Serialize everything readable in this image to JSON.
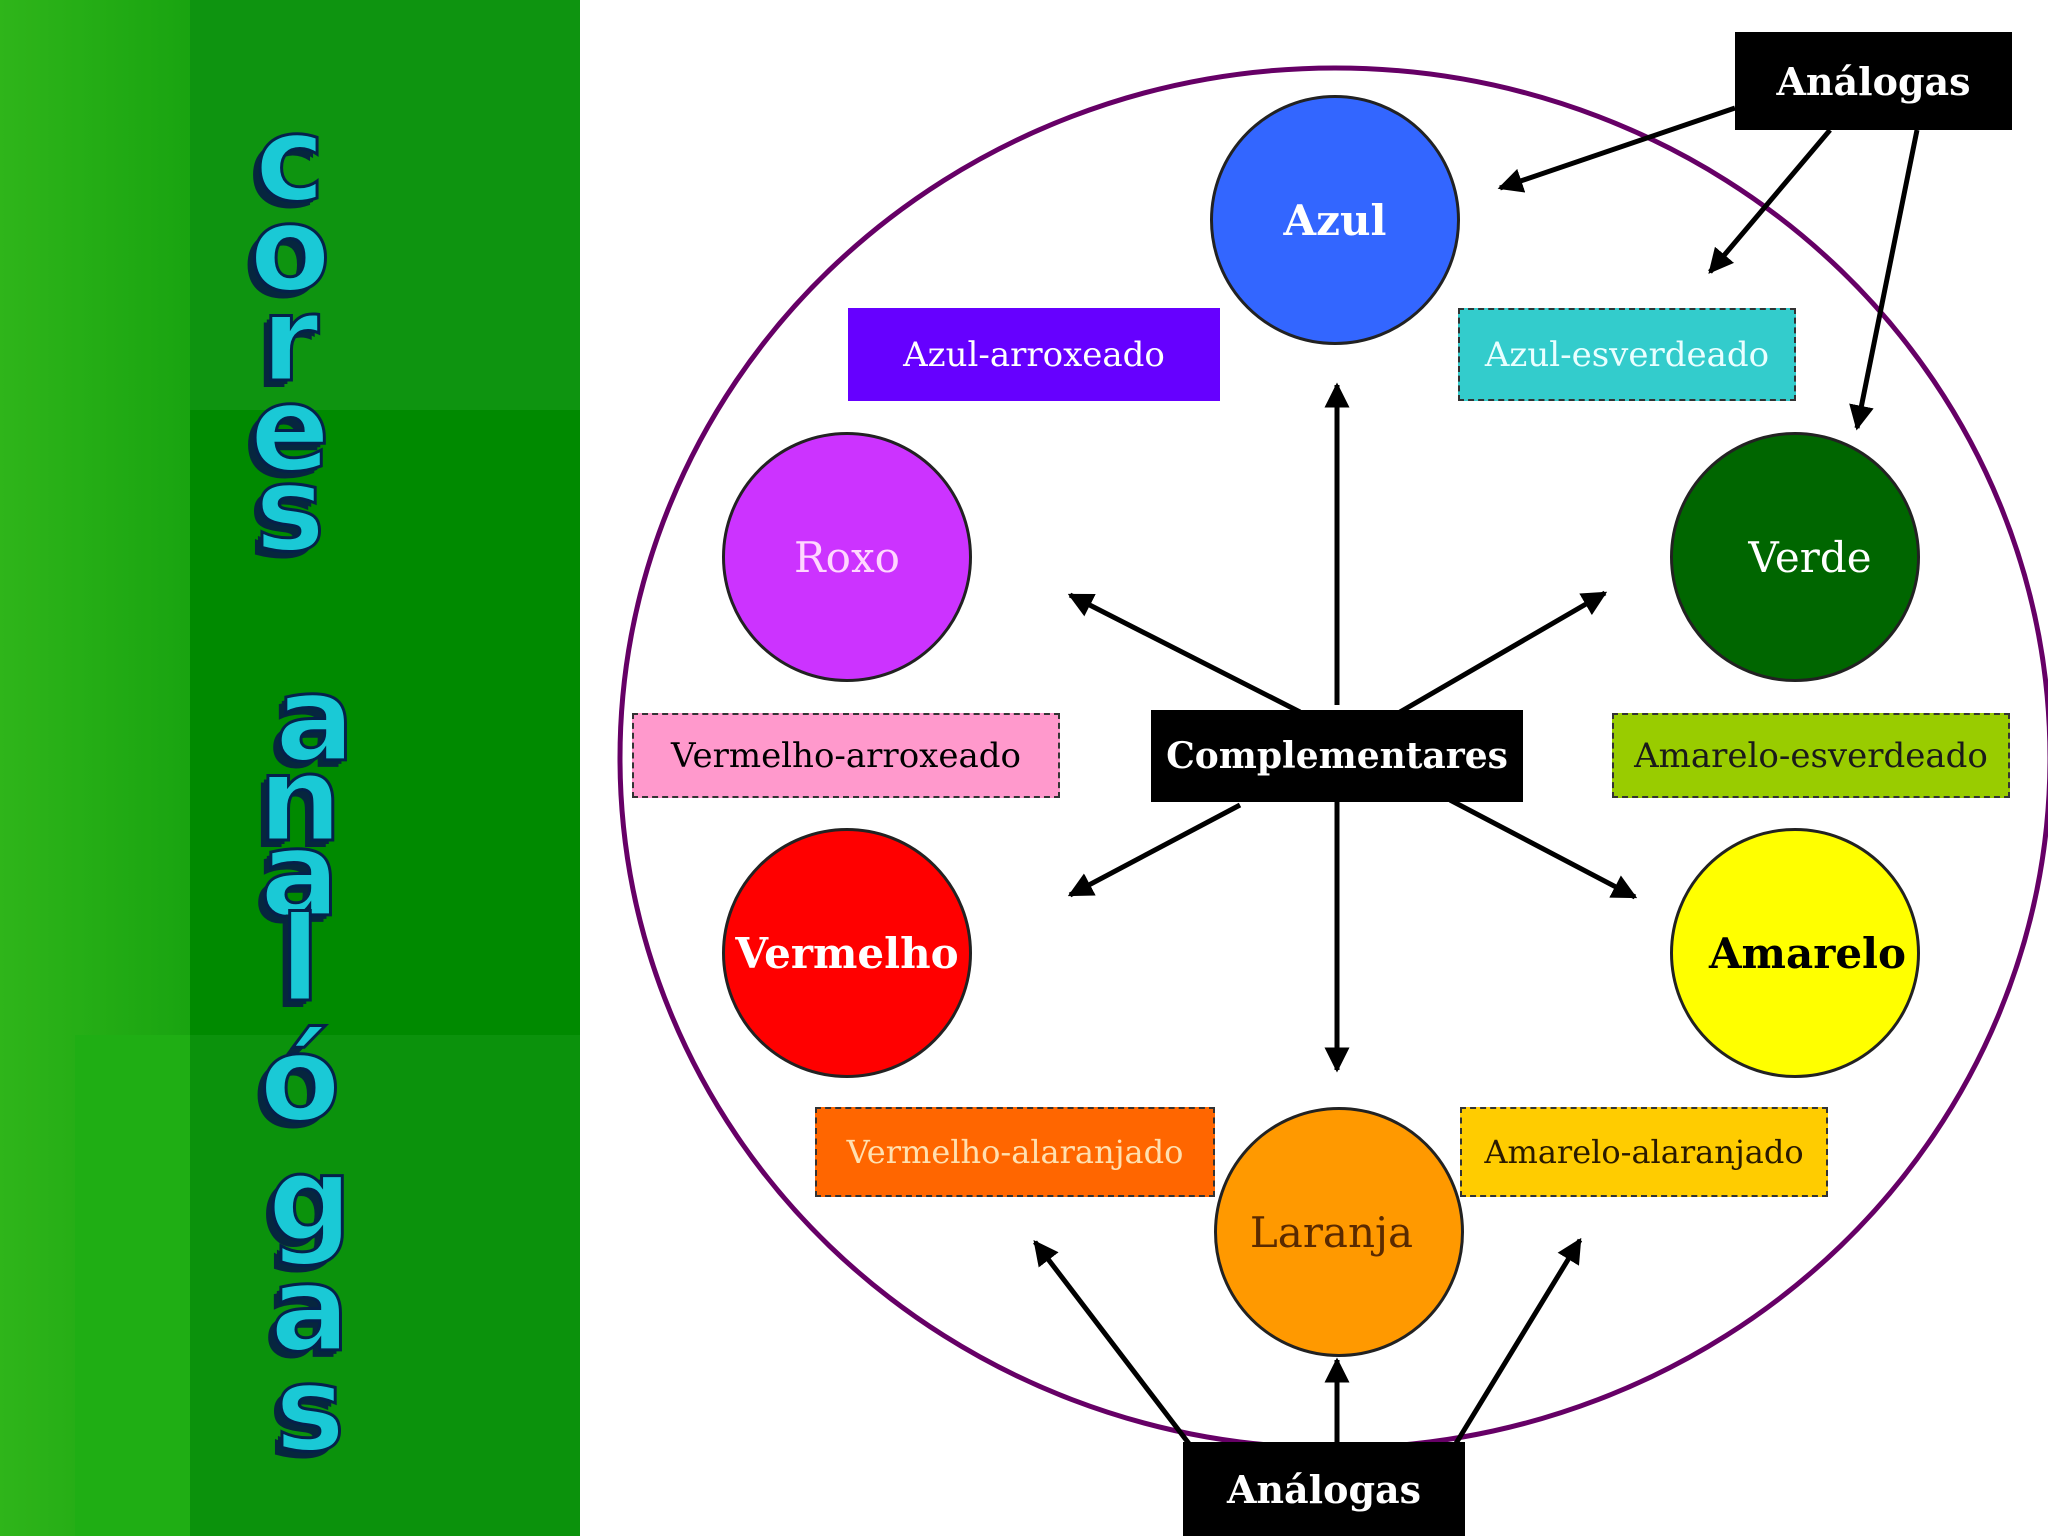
{
  "title": {
    "letters": [
      "c",
      "o",
      "r",
      "e",
      "s",
      "a",
      "n",
      "a",
      "l",
      "ó",
      "g",
      "a",
      "s"
    ]
  },
  "diagram": {
    "analogas_top": "Análogas",
    "analogas_bottom": "Análogas",
    "complementares": "Complementares",
    "circles": {
      "azul": "Azul",
      "roxo": "Roxo",
      "verde": "Verde",
      "vermelho": "Vermelho",
      "amarelo": "Amarelo",
      "laranja": "Laranja"
    },
    "boxes": {
      "azul_arroxeado": "Azul-arroxeado",
      "azul_esverdeado": "Azul-esverdeado",
      "vermelho_arroxeado": "Vermelho-arroxeado",
      "amarelo_esverdeado": "Amarelo-esverdeado",
      "vermelho_alaranjado": "Vermelho-alaranjado",
      "amarelo_alaranjado": "Amarelo-alaranjado"
    },
    "colors": {
      "azul": "#3366ff",
      "roxo": "#cc33ff",
      "verde": "#006600",
      "vermelho": "#ff0000",
      "amarelo": "#ffff00",
      "laranja": "#ff9900",
      "azul_arroxeado": "#6600ff",
      "azul_esverdeado": "#33cccc",
      "vermelho_arroxeado": "#ff99cc",
      "amarelo_esverdeado": "#99cc00",
      "vermelho_alaranjado": "#ff6600",
      "amarelo_alaranjado": "#ffcc00",
      "ring": "#660066",
      "panel": "#008a00"
    }
  }
}
